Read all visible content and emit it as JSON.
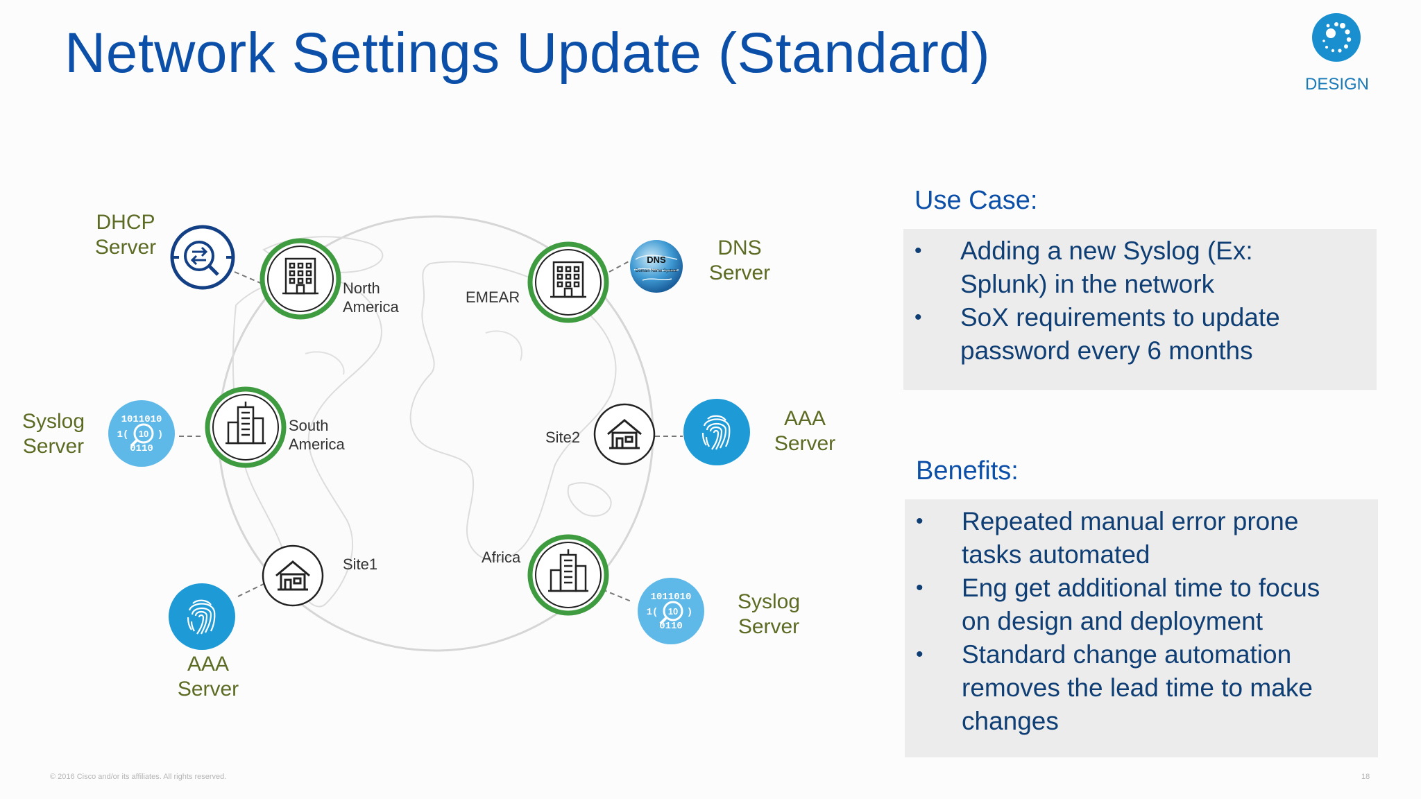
{
  "slide": {
    "title": "Network Settings Update (Standard)",
    "badge": {
      "label": "DESIGN",
      "icon": "design-dots-icon",
      "color": "#1a8fd0"
    }
  },
  "diagram": {
    "servers": {
      "dhcp": {
        "name": "DHCP\nServer",
        "icon": "dhcp-exchange-icon"
      },
      "dns": {
        "name": "DNS\nServer",
        "icon": "dns-globe-icon",
        "badge_text": "DNS",
        "badge_sub": "Domain Name System"
      },
      "syslog_left": {
        "name": "Syslog\nServer",
        "icon": "syslog-search-icon"
      },
      "aaa_right": {
        "name": "AAA\nServer",
        "icon": "fingerprint-icon"
      },
      "aaa_bottom": {
        "name": "AAA\nServer",
        "icon": "fingerprint-icon"
      },
      "syslog_bottom": {
        "name": "Syslog\nServer",
        "icon": "syslog-search-icon"
      }
    },
    "sites": {
      "north_america": {
        "name": "North\nAmerica",
        "icon": "office-building-icon"
      },
      "emear": {
        "name": "EMEAR",
        "icon": "office-building-icon"
      },
      "south_america": {
        "name": "South\nAmerica",
        "icon": "skyscraper-icon"
      },
      "site2": {
        "name": "Site2",
        "icon": "house-icon"
      },
      "site1": {
        "name": "Site1",
        "icon": "house-icon"
      },
      "africa": {
        "name": "Africa",
        "icon": "skyscraper-icon"
      }
    },
    "binary_text": {
      "top": "1011010",
      "mid": "10",
      "bottom": "0110"
    },
    "colors": {
      "ring": "#3f9b3f",
      "server_label": "#5c6b24",
      "blue_circle": "#1e9bd7",
      "light_blue": "#5fb9e8",
      "navy": "#133f84"
    }
  },
  "use_case": {
    "heading": "Use Case:",
    "items": [
      {
        "line1": "Adding a new Syslog (Ex:",
        "line2": "Splunk) in the network"
      },
      {
        "line1": "SoX requirements to update",
        "line2": "password every 6 months"
      }
    ]
  },
  "benefits": {
    "heading": "Benefits:",
    "items": [
      {
        "line1": "Repeated manual error prone",
        "line2": "tasks automated"
      },
      {
        "line1": "Eng get additional time to focus",
        "line2": "on design and deployment"
      },
      {
        "line1": "Standard change automation",
        "line2": "removes the lead time to make",
        "line3": "changes"
      }
    ]
  },
  "footer": {
    "copyright": "© 2016 Cisco and/or its affiliates. All rights reserved.",
    "page": "18"
  }
}
